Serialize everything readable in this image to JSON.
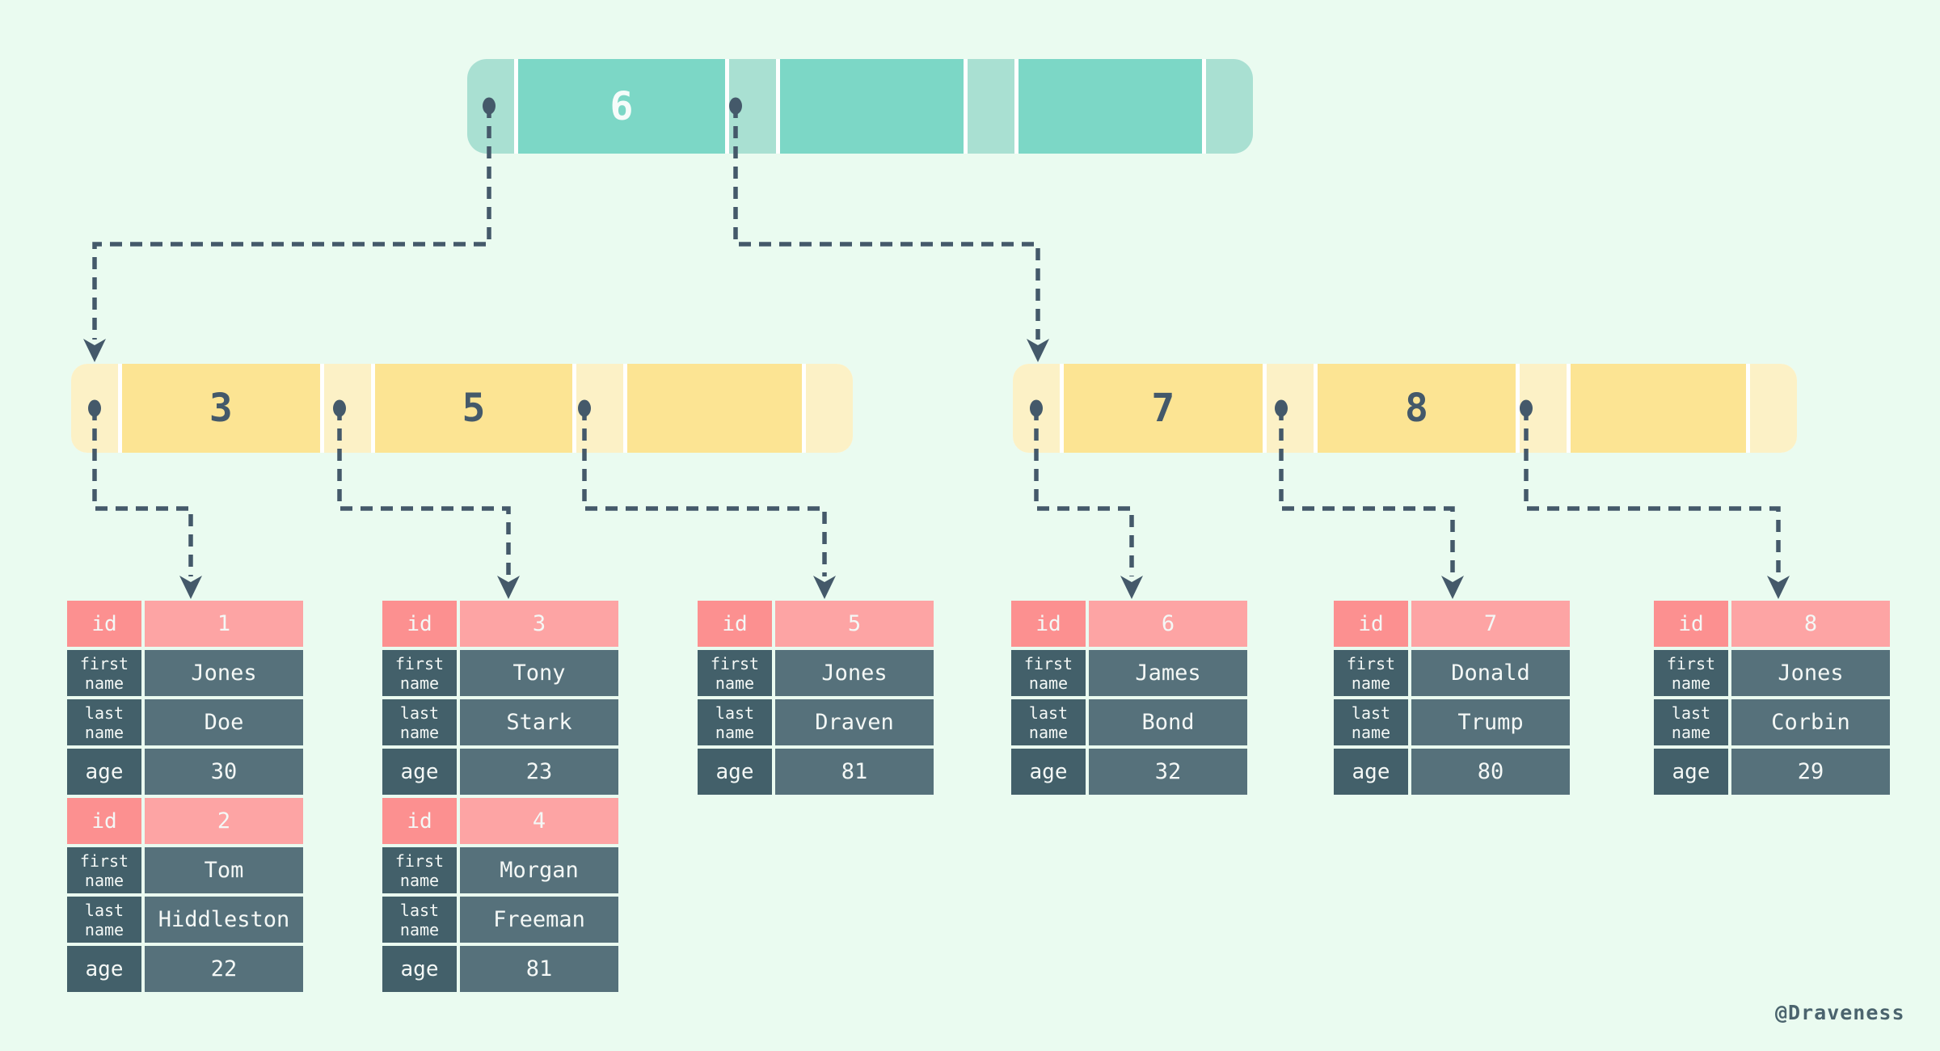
{
  "watermark": "@Draveness",
  "colors": {
    "background": "#eafbf0",
    "teal_pointer_cell": "#a9e0d2",
    "teal_key_cell": "#7cd7c6",
    "yellow_pointer_cell": "#fcf1c6",
    "yellow_key_cell": "#fce493",
    "id_label_cell": "#fc9090",
    "id_value_cell": "#fda4a4",
    "field_label_cell": "#43606a",
    "field_value_cell": "#56717b",
    "connector": "#44596a",
    "cell_gap": "#ffffff",
    "light_text": "#f4f8f6"
  },
  "labels": {
    "id": "id",
    "first": "first name",
    "last": "last name",
    "age": "age"
  },
  "nodes": {
    "root": {
      "keys": [
        "6",
        "",
        ""
      ]
    },
    "left": {
      "keys": [
        "3",
        "5",
        ""
      ]
    },
    "right": {
      "keys": [
        "7",
        "8",
        ""
      ]
    }
  },
  "tables": [
    {
      "records": [
        {
          "id": "1",
          "first": "Jones",
          "last": "Doe",
          "age": "30"
        },
        {
          "id": "2",
          "first": "Tom",
          "last": "Hiddleston",
          "age": "22"
        }
      ]
    },
    {
      "records": [
        {
          "id": "3",
          "first": "Tony",
          "last": "Stark",
          "age": "23"
        },
        {
          "id": "4",
          "first": "Morgan",
          "last": "Freeman",
          "age": "81"
        }
      ]
    },
    {
      "records": [
        {
          "id": "5",
          "first": "Jones",
          "last": "Draven",
          "age": "81"
        }
      ]
    },
    {
      "records": [
        {
          "id": "6",
          "first": "James",
          "last": "Bond",
          "age": "32"
        }
      ]
    },
    {
      "records": [
        {
          "id": "7",
          "first": "Donald",
          "last": "Trump",
          "age": "80"
        }
      ]
    },
    {
      "records": [
        {
          "id": "8",
          "first": "Jones",
          "last": "Corbin",
          "age": "29"
        }
      ]
    }
  ]
}
